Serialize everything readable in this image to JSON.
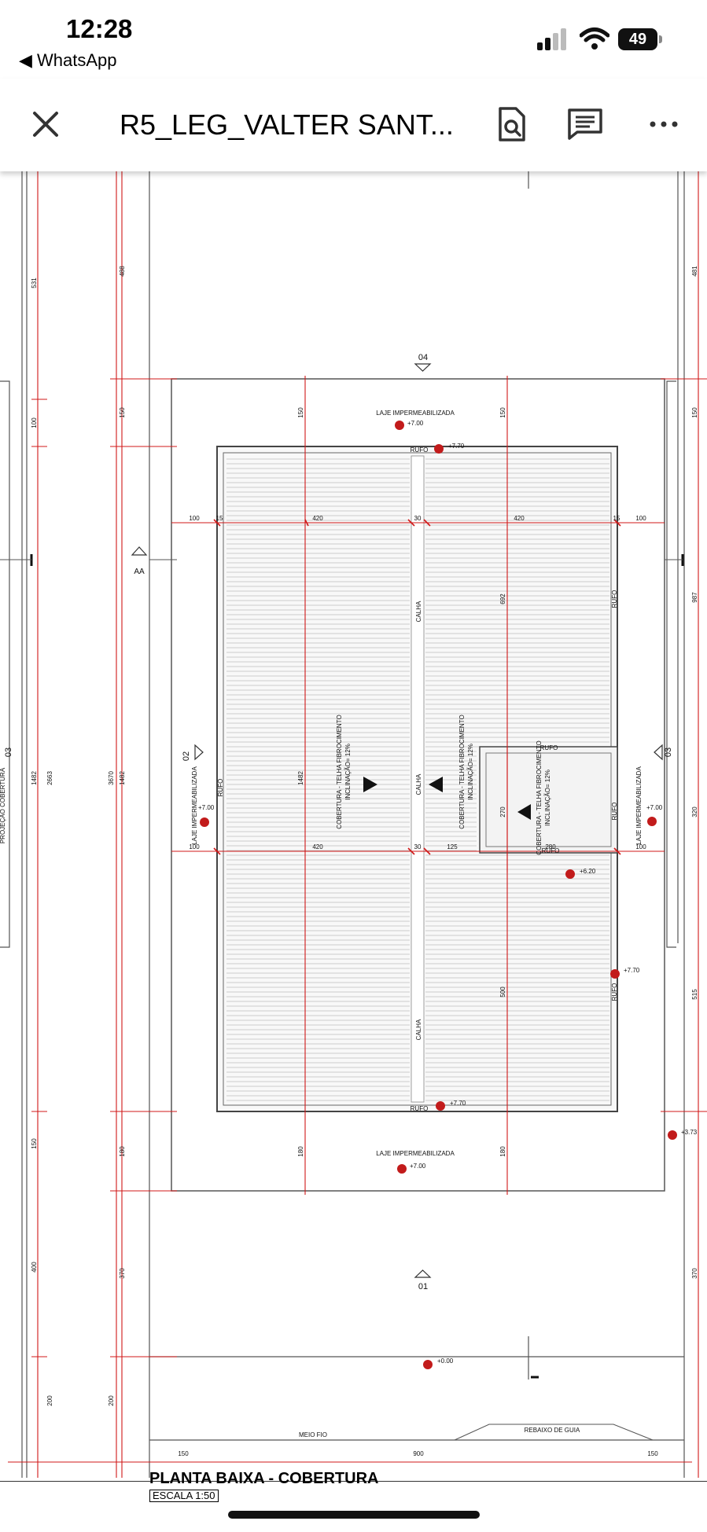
{
  "status_bar": {
    "time": "12:28",
    "back_app": "WhatsApp",
    "battery": "49"
  },
  "toolbar": {
    "title": "R5_LEG_VALTER SANT...",
    "icons": [
      "close-icon",
      "search-document-icon",
      "comment-icon",
      "more-icon"
    ]
  },
  "drawing": {
    "view_markers": {
      "top": "04",
      "bottom": "01",
      "left": "02",
      "right": "03",
      "far_left": "03",
      "section": "AA"
    },
    "labels": {
      "laje_top": "LAJE IMPERMEABILIZADA",
      "laje_bottom": "LAJE IMPERMEABILIZADA",
      "laje_left": "LAJE IMPERMEABILIZADA",
      "laje_right": "LAJE IMPERMEABILIZADA",
      "rufo": "RUFO",
      "calha": "CALHA",
      "cobertura_line1": "COBERTURA - TELHA FIBROCIMENTO",
      "cobertura_line2": "INCLINAÇÃO= 12%",
      "meio_fio": "MEIO FIO",
      "rebaixo": "REBAIXO DE GUIA",
      "left_partial": "PROJEÇÃO COBERTURA"
    },
    "levels": {
      "l700": "+7.00",
      "l770": "+7.70",
      "l620": "+6.20",
      "l373": "+3.73",
      "l000": "+0.00"
    },
    "dims": {
      "d100": "100",
      "d15": "15",
      "d420": "420",
      "d30": "30",
      "d125": "125",
      "d280": "280",
      "d150": "150",
      "d180": "180",
      "d370": "370",
      "d200": "200",
      "d900": "900",
      "d692": "692",
      "d500": "500",
      "d270": "270",
      "d1482": "1482",
      "d2663": "2663",
      "d3670": "3670",
      "d531": "531",
      "d488": "488",
      "d481": "481",
      "d400": "400",
      "d987": "987",
      "d320": "320",
      "d515": "515"
    }
  },
  "caption": {
    "title": "PLANTA BAIXA - COBERTURA",
    "scale": "ESCALA 1:50"
  }
}
